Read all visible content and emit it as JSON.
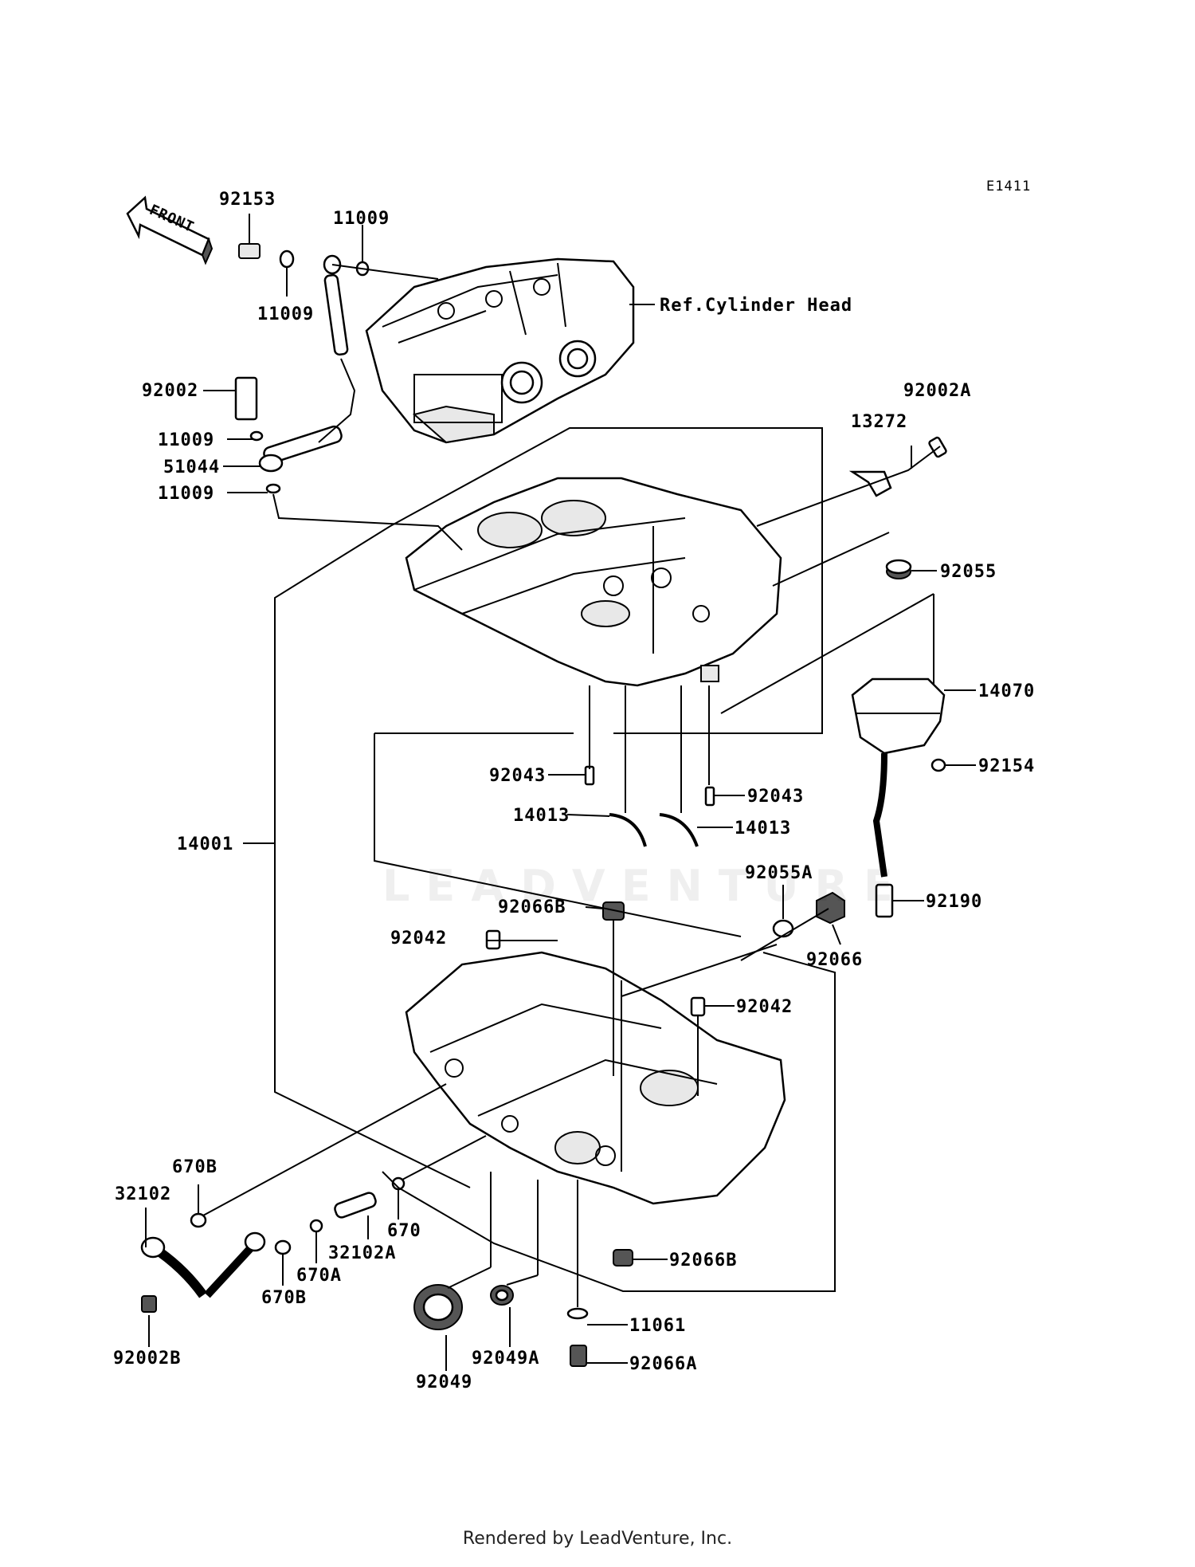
{
  "diagram_code": "E1411",
  "front_label": "FRONT",
  "ref_label": "Ref.Cylinder Head",
  "watermark": "LEADVENTURE",
  "footer": "Rendered by LeadVenture, Inc.",
  "part_labels": {
    "p92153": "92153",
    "p11009_top": "11009",
    "p11009_mid": "11009",
    "p92002": "92002",
    "p11009_a": "11009",
    "p51044": "51044",
    "p11009_b": "11009",
    "p92002A": "92002A",
    "p13272": "13272",
    "p92055": "92055",
    "p14070": "14070",
    "p92154": "92154",
    "p92043_left": "92043",
    "p92043_right": "92043",
    "p14013_left": "14013",
    "p14013_right": "14013",
    "p14001": "14001",
    "p92055A": "92055A",
    "p92190": "92190",
    "p92066B_top": "92066B",
    "p92042_left": "92042",
    "p92066": "92066",
    "p92042_right": "92042",
    "p670B_top": "670B",
    "p32102": "32102",
    "p670": "670",
    "p32102A": "32102A",
    "p670A": "670A",
    "p670B_bottom": "670B",
    "p92066B_bottom": "92066B",
    "p92002B": "92002B",
    "p92049": "92049",
    "p92049A": "92049A",
    "p11061": "11061",
    "p92066A": "92066A"
  }
}
